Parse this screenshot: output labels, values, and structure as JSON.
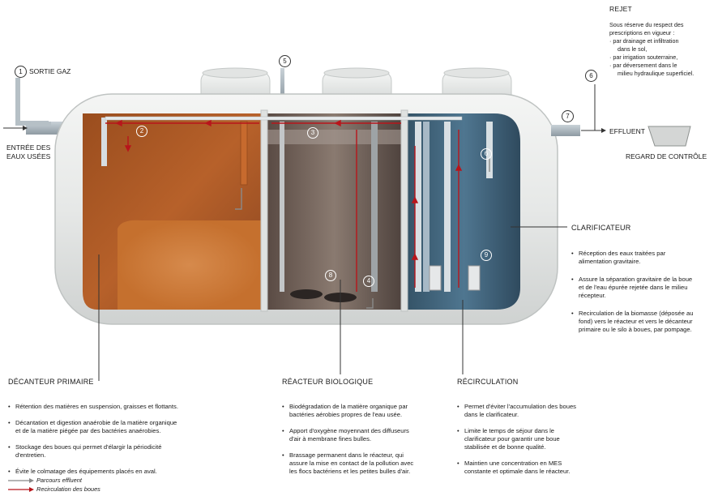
{
  "labels": {
    "sortie_gaz": "SORTIE GAZ",
    "entree_line1": "ENTRÉE DES",
    "entree_line2": "EAUX USÉES",
    "effluent": "EFFLUENT",
    "regard": "REGARD DE CONTRÔLE",
    "clarificateur": "CLARIFICATEUR"
  },
  "numbers": [
    "1",
    "2",
    "3",
    "4",
    "5",
    "6",
    "7",
    "8",
    "9"
  ],
  "rejet": {
    "title": "REJET",
    "lines": [
      "Sous réserve du respect des",
      "prescriptions en vigueur :",
      "· par drainage et infiltration",
      "  dans le sol,",
      "· par irrigation souterraine,",
      "· par déversement dans le",
      "  milieu hydraulique superficiel."
    ]
  },
  "clarificateur_bullets": [
    "Réception des eaux traitées par\nalimentation gravitaire.",
    "Assure la séparation gravitaire de la boue\net de l'eau épurée rejetée dans le milieu\nrécepteur.",
    "Recirculation de la biomasse (déposée au\nfond) vers le réacteur et vers le décanteur\nprimaire ou le silo à boues, par pompage."
  ],
  "decanteur": {
    "title": "DÉCANTEUR PRIMAIRE",
    "bullets": [
      "Rétention des matières en suspension, graisses et flottants.",
      "Décantation et digestion anaérobie de la matière organique\net de la matière piégée par des bactéries anaérobies.",
      "Stockage des boues qui permet d'élargir la périodicité\nd'entretien.",
      "Évite le colmatage des équipements placés en aval."
    ]
  },
  "reacteur": {
    "title": "RÉACTEUR BIOLOGIQUE",
    "bullets": [
      "Biodégradation de la matière organique par\nbactéries aérobies propres de l'eau usée.",
      "Apport d'oxygène moyennant des diffuseurs\nd'air à membrane fines bulles.",
      "Brassage permanent dans le réacteur, qui\nassure la mise en contact de la pollution avec\nles flocs bactériens et les petites bulles d'air."
    ]
  },
  "recirculation": {
    "title": "RÉCIRCULATION",
    "bullets": [
      "Permet d'éviter l'accumulation des boues\ndans le clarificateur.",
      "Limite le temps de séjour dans le\nclarificateur pour garantir une boue\nstabilisée et de bonne qualité.",
      "Maintien une concentration en MES\nconstante et optimale dans le réacteur."
    ]
  },
  "legend": {
    "effluent": "Parcours effluent",
    "recirc": "Recirculation des boues"
  },
  "colors": {
    "tank_shell": "#e9ebea",
    "sludge": "#c5702e",
    "reactor": "#6e5f57",
    "clarifier": "#3e5f76",
    "recirc_arrow": "#b8151b",
    "effluent_arrow": "#777777"
  }
}
